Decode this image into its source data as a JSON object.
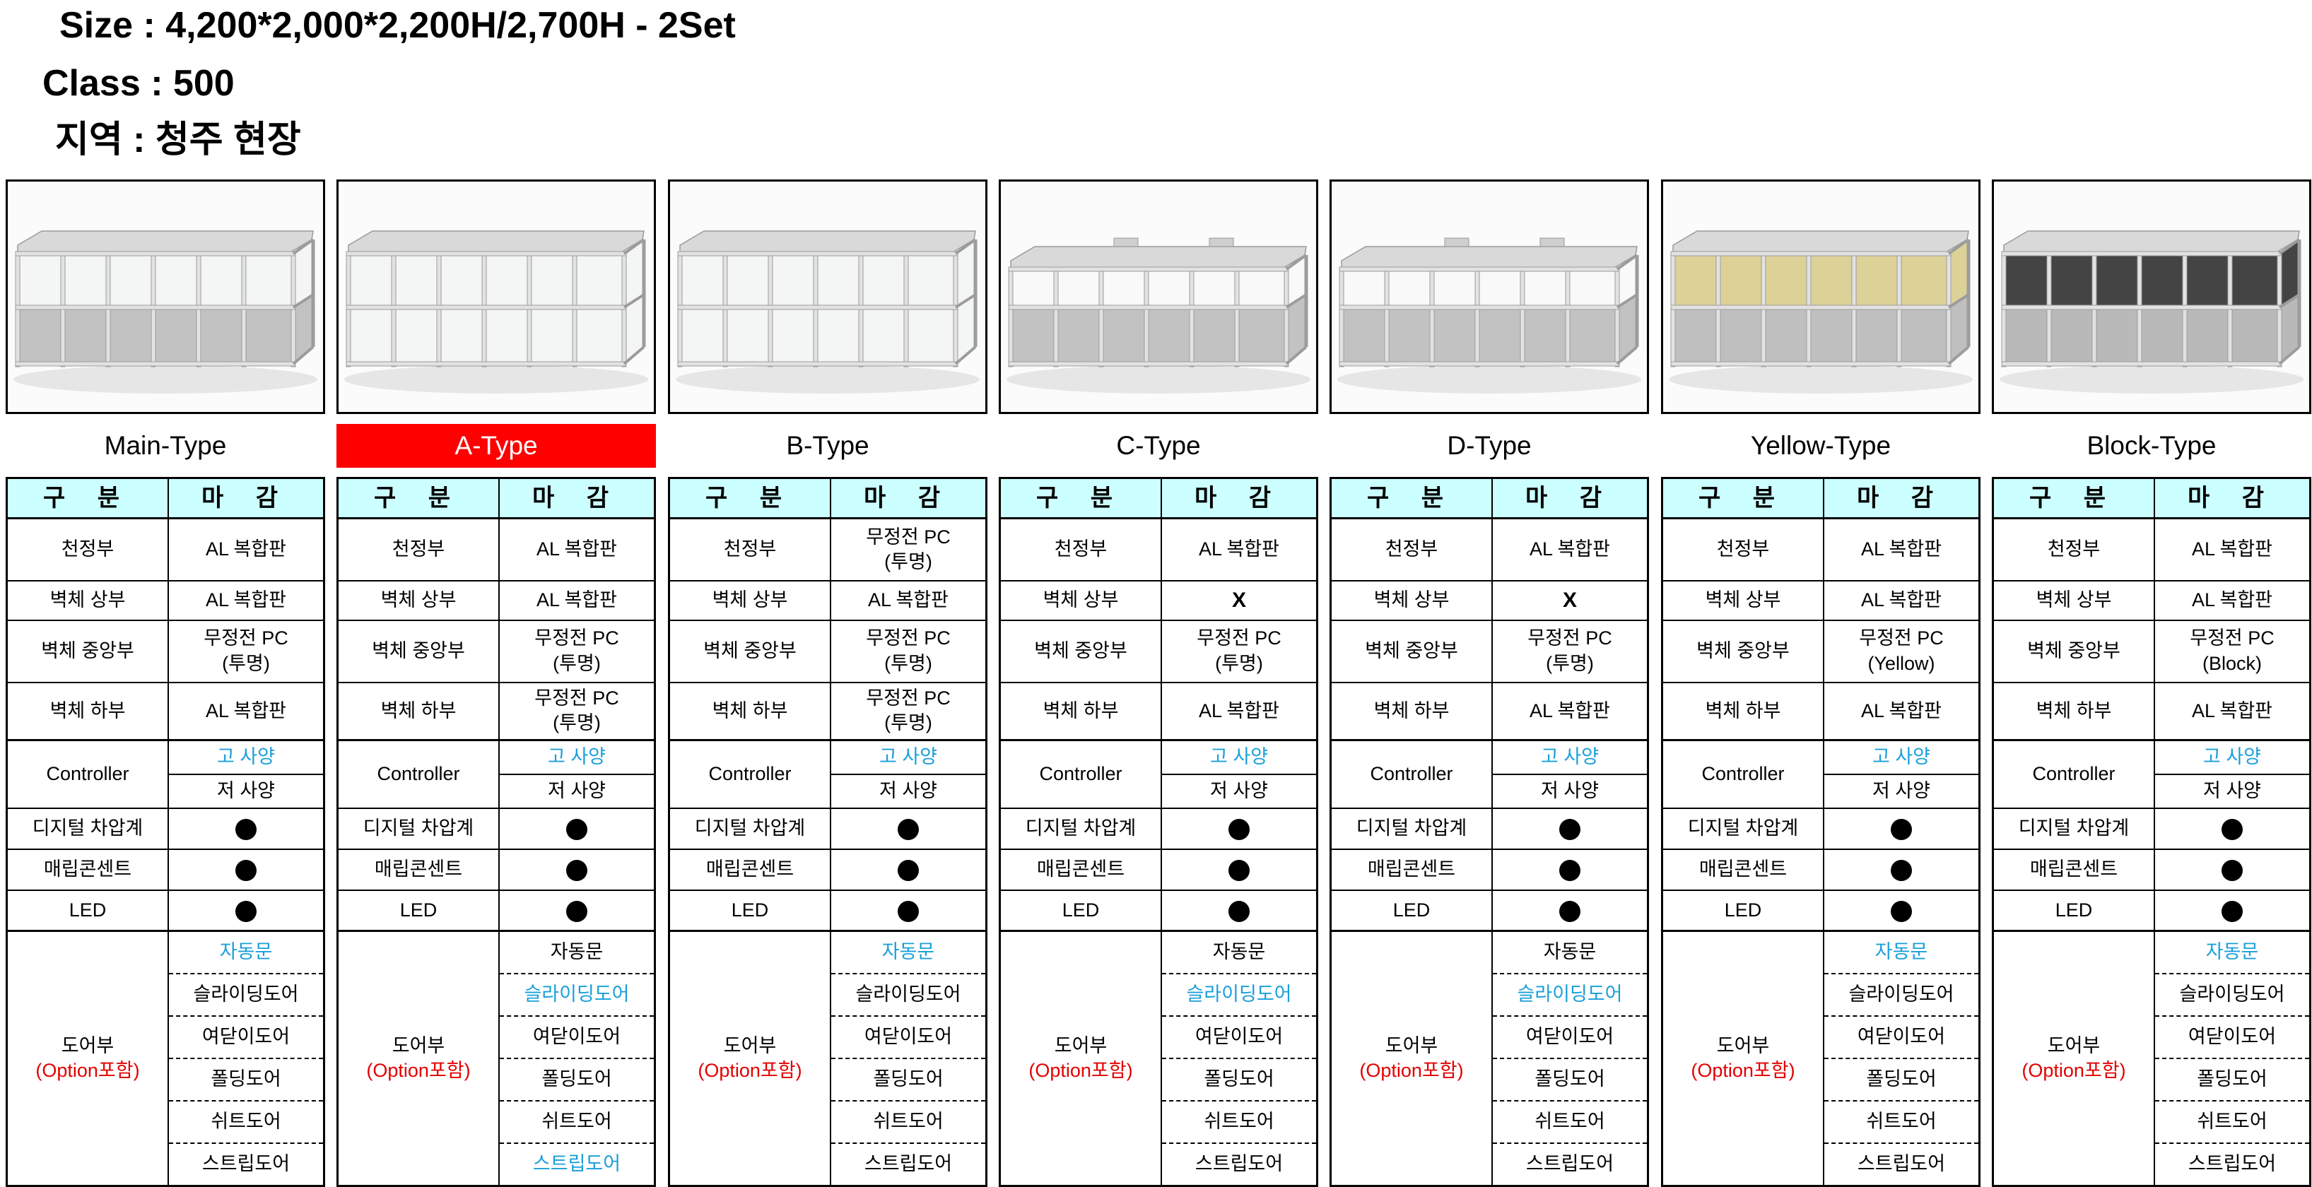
{
  "header": {
    "size_line": "Size : 4,200*2,000*2,200H/2,700H  - 2Set",
    "class_line": "Class : 500",
    "region_line": "지역 : 청주 현장"
  },
  "table_headers": {
    "category": "구 분",
    "finish": "마 감"
  },
  "row_labels": {
    "ceiling": "천정부",
    "wall_top": "벽체 상부",
    "wall_mid": "벽체 중앙부",
    "wall_bottom": "벽체 하부",
    "controller": "Controller",
    "gauge": "디지털 차압계",
    "outlet": "매립콘센트",
    "led": "LED",
    "door": "도어부",
    "door_note": "(Option포함)"
  },
  "colors": {
    "header_fill": "#ccffff",
    "highlight": "#ff0000",
    "blue_text": "#1a9fd9",
    "red_text": "#e30000"
  },
  "types": [
    {
      "name": "Main-Type",
      "highlight": false,
      "image": "cleanroom-booth-render",
      "ceiling": [
        "AL 복합판"
      ],
      "wall_top": "AL 복합판",
      "wall_mid": [
        "무정전 PC",
        "(투명)"
      ],
      "wall_bottom": [
        "AL 복합판"
      ],
      "controller_high": "고 사양",
      "controller_low": "저 사양",
      "doors": [
        {
          "text": "자동문",
          "blue": true
        },
        {
          "text": "슬라이딩도어",
          "blue": false
        },
        {
          "text": "여닫이도어",
          "blue": false
        },
        {
          "text": "폴딩도어",
          "blue": false
        },
        {
          "text": "쉬트도어",
          "blue": false
        },
        {
          "text": "스트립도어",
          "blue": false
        }
      ]
    },
    {
      "name": "A-Type",
      "highlight": true,
      "image": "cleanroom-booth-render",
      "ceiling": [
        "AL 복합판"
      ],
      "wall_top": "AL 복합판",
      "wall_mid": [
        "무정전 PC",
        "(투명)"
      ],
      "wall_bottom": [
        "무정전 PC",
        "(투명)"
      ],
      "controller_high": "고 사양",
      "controller_low": "저 사양",
      "doors": [
        {
          "text": "자동문",
          "blue": false
        },
        {
          "text": "슬라이딩도어",
          "blue": true
        },
        {
          "text": "여닫이도어",
          "blue": false
        },
        {
          "text": "폴딩도어",
          "blue": false
        },
        {
          "text": "쉬트도어",
          "blue": false
        },
        {
          "text": "스트립도어",
          "blue": true
        }
      ]
    },
    {
      "name": "B-Type",
      "highlight": false,
      "image": "cleanroom-booth-render",
      "ceiling": [
        "무정전 PC",
        "(투명)"
      ],
      "wall_top": "AL 복합판",
      "wall_mid": [
        "무정전 PC",
        "(투명)"
      ],
      "wall_bottom": [
        "무정전 PC",
        "(투명)"
      ],
      "controller_high": "고 사양",
      "controller_low": "저 사양",
      "doors": [
        {
          "text": "자동문",
          "blue": true
        },
        {
          "text": "슬라이딩도어",
          "blue": false
        },
        {
          "text": "여닫이도어",
          "blue": false
        },
        {
          "text": "폴딩도어",
          "blue": false
        },
        {
          "text": "쉬트도어",
          "blue": false
        },
        {
          "text": "스트립도어",
          "blue": false
        }
      ]
    },
    {
      "name": "C-Type",
      "highlight": false,
      "image": "cleanroom-booth-render",
      "ceiling": [
        "AL 복합판"
      ],
      "wall_top": "X",
      "wall_mid": [
        "무정전 PC",
        "(투명)"
      ],
      "wall_bottom": [
        "AL 복합판"
      ],
      "controller_high": "고 사양",
      "controller_low": "저 사양",
      "doors": [
        {
          "text": "자동문",
          "blue": false
        },
        {
          "text": "슬라이딩도어",
          "blue": true
        },
        {
          "text": "여닫이도어",
          "blue": false
        },
        {
          "text": "폴딩도어",
          "blue": false
        },
        {
          "text": "쉬트도어",
          "blue": false
        },
        {
          "text": "스트립도어",
          "blue": false
        }
      ]
    },
    {
      "name": "D-Type",
      "highlight": false,
      "image": "cleanroom-booth-render",
      "ceiling": [
        "AL 복합판"
      ],
      "wall_top": "X",
      "wall_mid": [
        "무정전 PC",
        "(투명)"
      ],
      "wall_bottom": [
        "AL 복합판"
      ],
      "controller_high": "고 사양",
      "controller_low": "저 사양",
      "doors": [
        {
          "text": "자동문",
          "blue": false
        },
        {
          "text": "슬라이딩도어",
          "blue": true
        },
        {
          "text": "여닫이도어",
          "blue": false
        },
        {
          "text": "폴딩도어",
          "blue": false
        },
        {
          "text": "쉬트도어",
          "blue": false
        },
        {
          "text": "스트립도어",
          "blue": false
        }
      ]
    },
    {
      "name": "Yellow-Type",
      "highlight": false,
      "image": "cleanroom-booth-render",
      "ceiling": [
        "AL 복합판"
      ],
      "wall_top": "AL 복합판",
      "wall_mid": [
        "무정전 PC",
        "(Yellow)"
      ],
      "wall_bottom": [
        "AL 복합판"
      ],
      "controller_high": "고 사양",
      "controller_low": "저 사양",
      "doors": [
        {
          "text": "자동문",
          "blue": true
        },
        {
          "text": "슬라이딩도어",
          "blue": false
        },
        {
          "text": "여닫이도어",
          "blue": false
        },
        {
          "text": "폴딩도어",
          "blue": false
        },
        {
          "text": "쉬트도어",
          "blue": false
        },
        {
          "text": "스트립도어",
          "blue": false
        }
      ]
    },
    {
      "name": "Block-Type",
      "highlight": false,
      "image": "cleanroom-booth-render",
      "ceiling": [
        "AL 복합판"
      ],
      "wall_top": "AL 복합판",
      "wall_mid": [
        "무정전 PC",
        "(Block)"
      ],
      "wall_bottom": [
        "AL 복합판"
      ],
      "controller_high": "고 사양",
      "controller_low": "저 사양",
      "doors": [
        {
          "text": "자동문",
          "blue": true
        },
        {
          "text": "슬라이딩도어",
          "blue": false
        },
        {
          "text": "여닫이도어",
          "blue": false
        },
        {
          "text": "폴딩도어",
          "blue": false
        },
        {
          "text": "쉬트도어",
          "blue": false
        },
        {
          "text": "스트립도어",
          "blue": false
        }
      ]
    }
  ]
}
